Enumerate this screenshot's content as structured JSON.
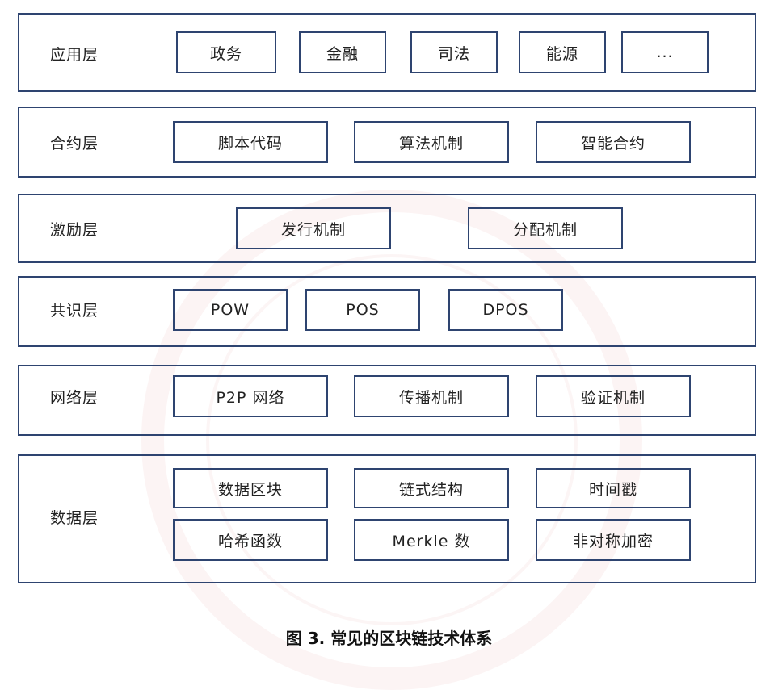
{
  "layers": [
    {
      "label": "应用层",
      "items": [
        "政务",
        "金融",
        "司法",
        "能源",
        "..."
      ]
    },
    {
      "label": "合约层",
      "items": [
        "脚本代码",
        "算法机制",
        "智能合约"
      ]
    },
    {
      "label": "激励层",
      "items": [
        "发行机制",
        "分配机制"
      ]
    },
    {
      "label": "共识层",
      "items": [
        "POW",
        "POS",
        "DPOS"
      ]
    },
    {
      "label": "网络层",
      "items": [
        "P2P 网络",
        "传播机制",
        "验证机制"
      ]
    },
    {
      "label": "数据层",
      "items": [
        "数据区块",
        "链式结构",
        "时间戳",
        "哈希函数",
        "Merkle 数",
        "非对称加密"
      ]
    }
  ],
  "caption": "图 3.  常见的区块链技术体系",
  "colors": {
    "border": "#2e4470",
    "watermark": "#c83c3c"
  }
}
